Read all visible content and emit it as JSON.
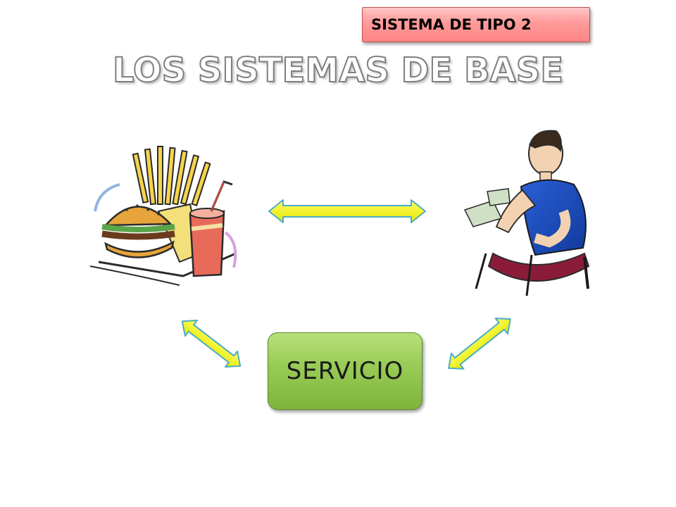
{
  "badge": {
    "label": "SISTEMA DE TIPO 2"
  },
  "title": {
    "text": "LOS SISTEMAS DE BASE"
  },
  "center_node": {
    "label": "SERVICIO"
  },
  "colors": {
    "badge_fill": "#ff9a9a",
    "arrow_fill": "#f2f21a",
    "arrow_outline": "#4bacc6",
    "service_fill": "#9acd58"
  },
  "illustrations": {
    "left": "fast-food-illustration",
    "right": "waiter-illustration"
  }
}
